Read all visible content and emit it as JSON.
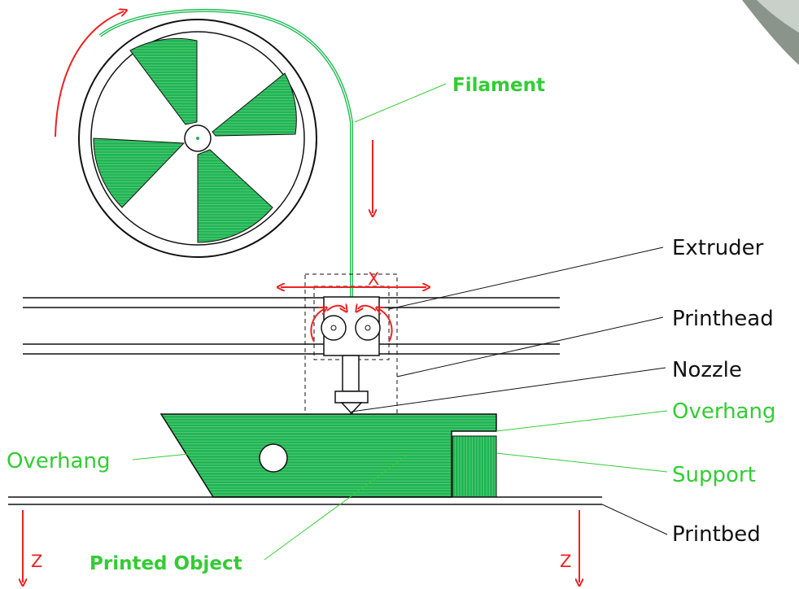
{
  "labels": {
    "filament": "Filament",
    "extruder": "Extruder",
    "printhead": "Printhead",
    "nozzle": "Nozzle",
    "overhang_right": "Overhang",
    "overhang_left": "Overhang",
    "support": "Support",
    "printbed": "Printbed",
    "printed_object": "Printed Object",
    "x_axis": "X",
    "z_axis_left": "Z",
    "z_axis_right": "Z"
  },
  "colors": {
    "green_label": "#33cc33",
    "green_fill": "#22bb55",
    "red_arrow": "#ee2222",
    "black": "#111111"
  }
}
